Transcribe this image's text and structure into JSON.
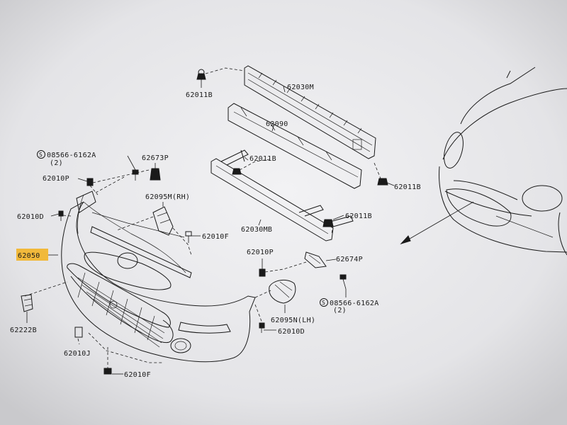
{
  "diagram": {
    "parts": {
      "p62030M": "62030M",
      "p62011B_a": "62011B",
      "p62090": "62090",
      "p08566_a": "08566-6162A",
      "p08566_a_qty": "(2)",
      "p62673P": "62673P",
      "p62011B_b": "62011B",
      "p62010P_a": "62010P",
      "p62011B_c": "62011B",
      "p62095M": "62095M(RH)",
      "p62010D_a": "62010D",
      "p62011B_d": "62011B",
      "p62010F_a": "62010F",
      "p62030MB": "62030MB",
      "p62050": "62050",
      "p62010P_b": "62010P",
      "p62674P": "62674P",
      "p62222B": "62222B",
      "p08566_b": "08566-6162A",
      "p08566_b_qty": "(2)",
      "p62095N": "62095N(LH)",
      "p62010D_b": "62010D",
      "p62010J": "62010J",
      "p62010F_b": "62010F"
    },
    "highlight_color": "#f3b21c"
  }
}
